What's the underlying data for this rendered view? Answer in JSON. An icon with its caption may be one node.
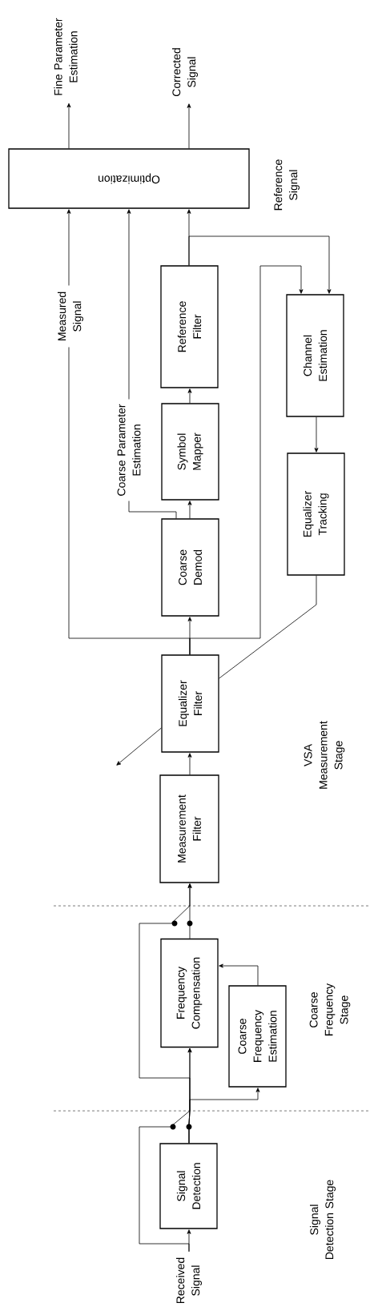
{
  "diagram": {
    "nodes": [
      {
        "text": [
          "Optimization"
        ]
      },
      {
        "text": [
          "Fine Parameter Estimation"
        ]
      },
      {
        "text": [
          "Corrected Signal"
        ]
      },
      {
        "text": [
          "Reference Filter"
        ]
      },
      {
        "text": [
          "Channel Estimation"
        ]
      },
      {
        "text": [
          "Symbol Mapper"
        ]
      },
      {
        "text": [
          "Equalizer Tracking"
        ]
      },
      {
        "text": [
          "Coarse Demod"
        ]
      },
      {
        "text": [
          "Equalizer Filter"
        ]
      },
      {
        "text": [
          "Measurement Filter"
        ]
      },
      {
        "text": [
          "Frequency Compensation"
        ]
      },
      {
        "text": [
          "Coarse Frequency Estimation"
        ]
      },
      {
        "text": [
          "Signal Detection"
        ]
      },
      {
        "text": [
          "Received Signal"
        ]
      }
    ],
    "edges": [
      {
        "from": 0,
        "to": 1,
        "arrow": "to"
      },
      {
        "from": 0,
        "to": 2,
        "arrow": "to"
      },
      {
        "from": 8,
        "to": 0,
        "arrow": "to",
        "label": "Measured Signal"
      },
      {
        "from": 7,
        "to": 0,
        "arrow": "to",
        "label": "Coarse Parameter Estimation"
      },
      {
        "from": 3,
        "to": 0,
        "arrow": "to"
      },
      {
        "from": 3,
        "to": 4,
        "arrow": "to",
        "label": "Reference Signal"
      },
      {
        "from": 8,
        "to": 4,
        "arrow": "to"
      },
      {
        "from": 5,
        "to": 3,
        "arrow": "to"
      },
      {
        "from": 7,
        "to": 5,
        "arrow": "to"
      },
      {
        "from": 8,
        "to": 7,
        "arrow": "to"
      },
      {
        "from": 4,
        "to": 6,
        "arrow": "to"
      },
      {
        "from": 6,
        "to": 8,
        "arrow": "none"
      },
      {
        "from": 8,
        "to": null,
        "arrow": "to"
      },
      {
        "from": 9,
        "to": 8,
        "arrow": "to"
      },
      {
        "from": 10,
        "to": 9,
        "arrow": "to"
      },
      {
        "from": 12,
        "to": 9,
        "arrow": "to"
      },
      {
        "from": 11,
        "to": 10,
        "arrow": "to"
      },
      {
        "from": 12,
        "to": 10,
        "arrow": "to"
      },
      {
        "from": 12,
        "to": 11,
        "arrow": "to"
      },
      {
        "from": 13,
        "to": 12,
        "arrow": "to"
      },
      {
        "from": 13,
        "to": 10,
        "arrow": "to"
      }
    ],
    "labels": [
      "VSA Measurement Stage",
      "Coarse Frequency Stage",
      "Signal Detection Stage"
    ]
  }
}
